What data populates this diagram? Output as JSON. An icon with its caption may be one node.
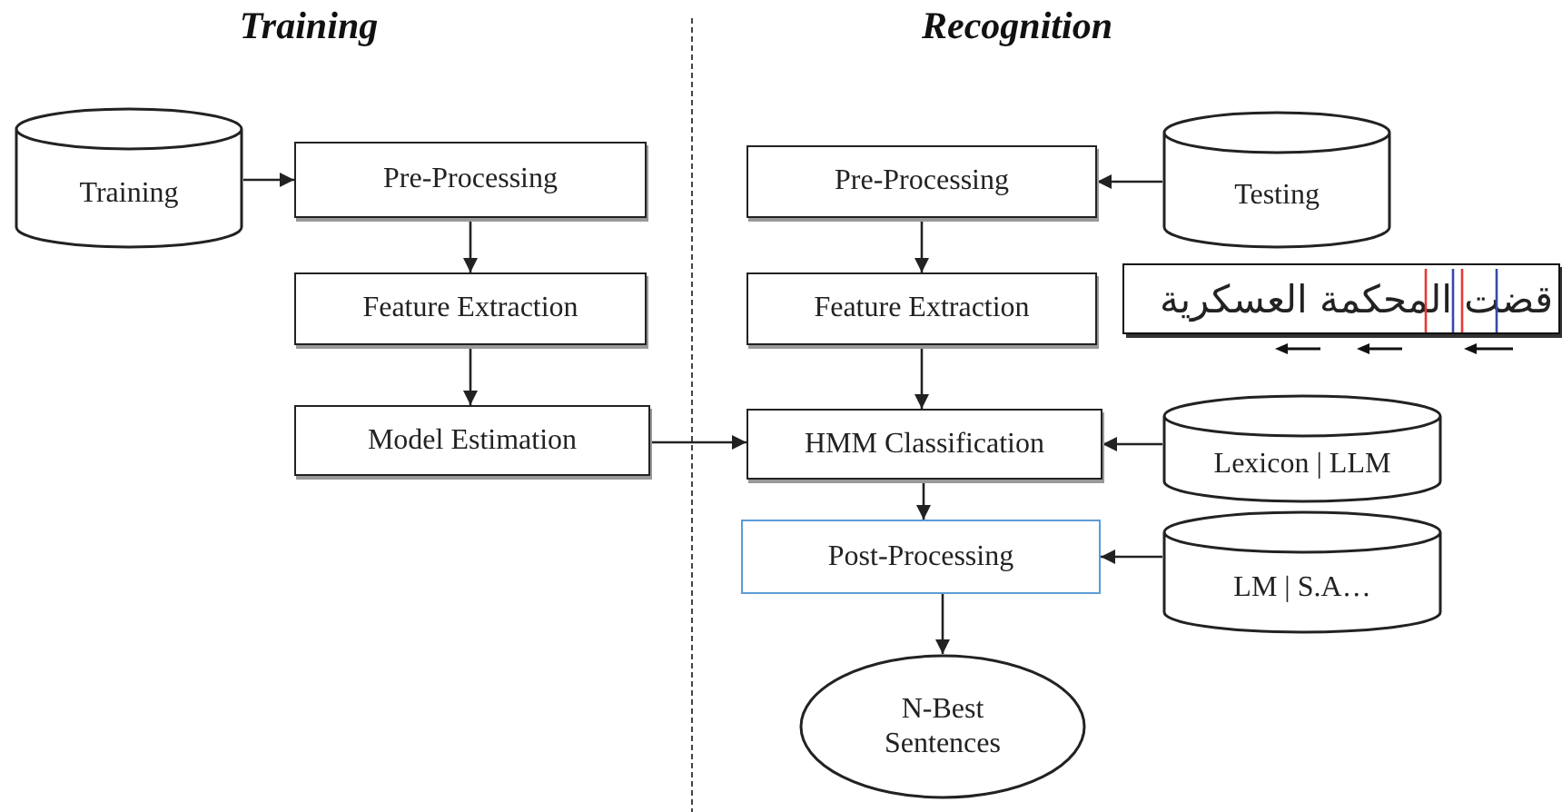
{
  "diagram": {
    "nodes": [
      {
        "text": [
          "Training"
        ]
      },
      {
        "text": [
          "Pre-Processing"
        ]
      },
      {
        "text": [
          "Feature Extraction"
        ]
      },
      {
        "text": [
          "Model Estimation"
        ]
      },
      {
        "text": [
          "Pre-Processing"
        ]
      },
      {
        "text": [
          "Testing"
        ]
      },
      {
        "text": [
          "Feature Extraction"
        ]
      },
      {
        "text": [
          "HMM Classification"
        ]
      },
      {
        "text": [
          "Lexicon | LLM"
        ]
      },
      {
        "text": [
          "Post-Processing"
        ]
      },
      {
        "text": [
          "LM | S.A…"
        ]
      },
      {
        "text": [
          "N-Best Sentences"
        ]
      }
    ],
    "edges": [
      {
        "from": 0,
        "to": 1,
        "arrow": "to"
      },
      {
        "from": 1,
        "to": 2,
        "arrow": "to"
      },
      {
        "from": 2,
        "to": 3,
        "arrow": "to"
      },
      {
        "from": 3,
        "to": 7,
        "arrow": "to"
      },
      {
        "from": 5,
        "to": 4,
        "arrow": "to"
      },
      {
        "from": 4,
        "to": 6,
        "arrow": "to"
      },
      {
        "from": 6,
        "to": 7,
        "arrow": "to"
      },
      {
        "from": 8,
        "to": 7,
        "arrow": "to"
      },
      {
        "from": 7,
        "to": 9,
        "arrow": "to"
      },
      {
        "from": 10,
        "to": 9,
        "arrow": "to"
      },
      {
        "from": 9,
        "to": 11,
        "arrow": "to"
      }
    ],
    "labels": [
      "Training",
      "Recognition",
      "قضت المحكمة العسكرية"
    ]
  }
}
